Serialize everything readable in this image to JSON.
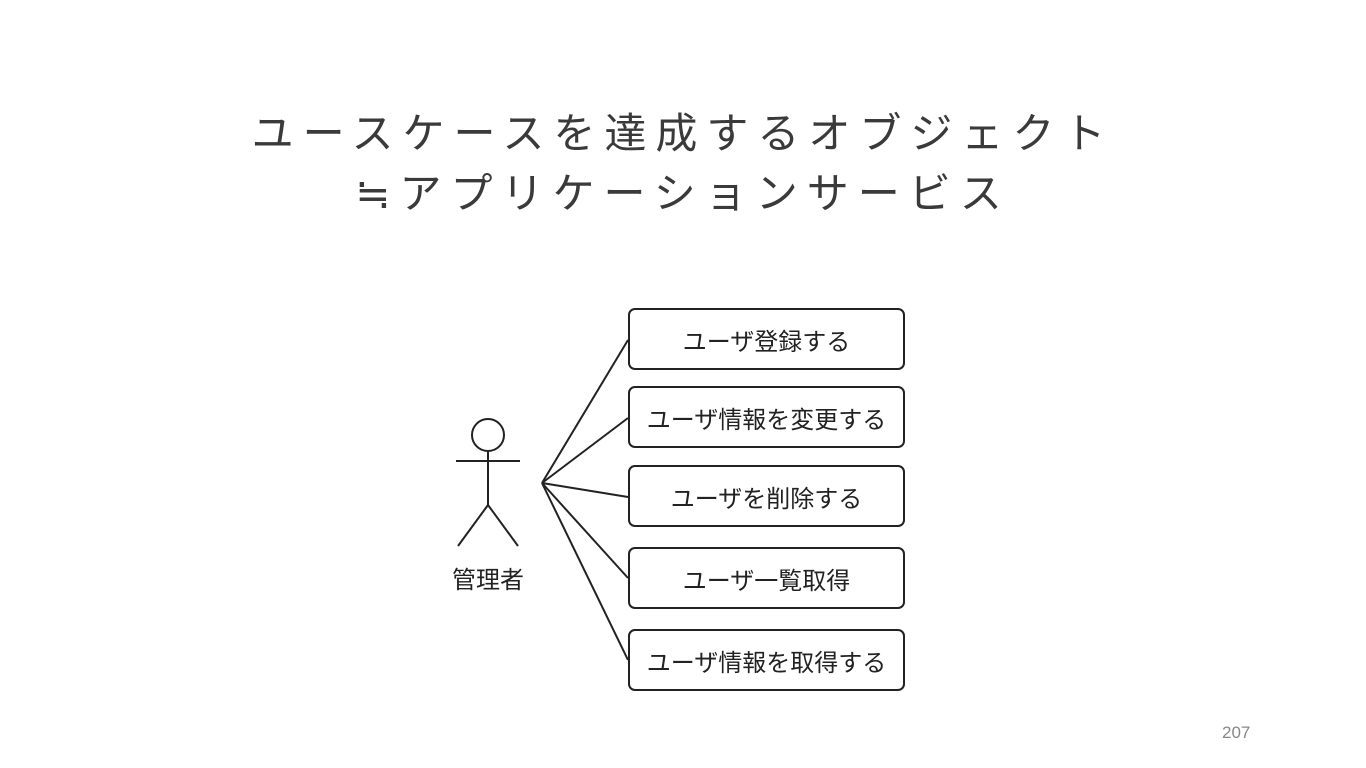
{
  "title": {
    "line1": "ユースケースを達成するオブジェクト",
    "line2": "≒アプリケーションサービス"
  },
  "diagram": {
    "actor": "管理者",
    "use_cases": [
      "ユーザ登録する",
      "ユーザ情報を変更する",
      "ユーザを削除する",
      "ユーザ一覧取得",
      "ユーザ情報を取得する"
    ]
  },
  "page_number": "207"
}
